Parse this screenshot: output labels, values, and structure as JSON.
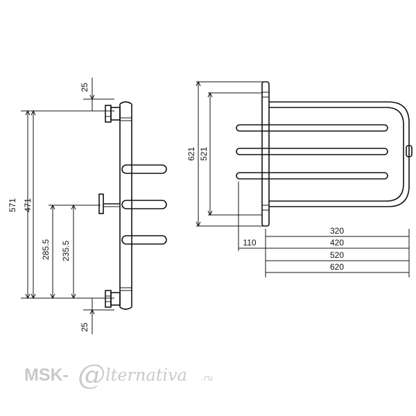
{
  "side_view": {
    "dims": {
      "top_offset": "25",
      "bottom_offset": "25",
      "total_height": "571",
      "pipe_spacing": "471",
      "height_to_center": "285.5",
      "height_to_wall": "235.5"
    }
  },
  "front_view": {
    "dims": {
      "total_height": "621",
      "pipe_spacing": "521",
      "bar_length": "320",
      "width_420": "420",
      "width_520": "520",
      "total_width": "620",
      "wall_offset": "110"
    }
  },
  "watermark": {
    "prefix": "MSK-",
    "at": "@",
    "suffix": "lternativa",
    "domain": ".ru"
  },
  "colors": {
    "line": "#111111",
    "watermark": "#c9c9c9"
  }
}
